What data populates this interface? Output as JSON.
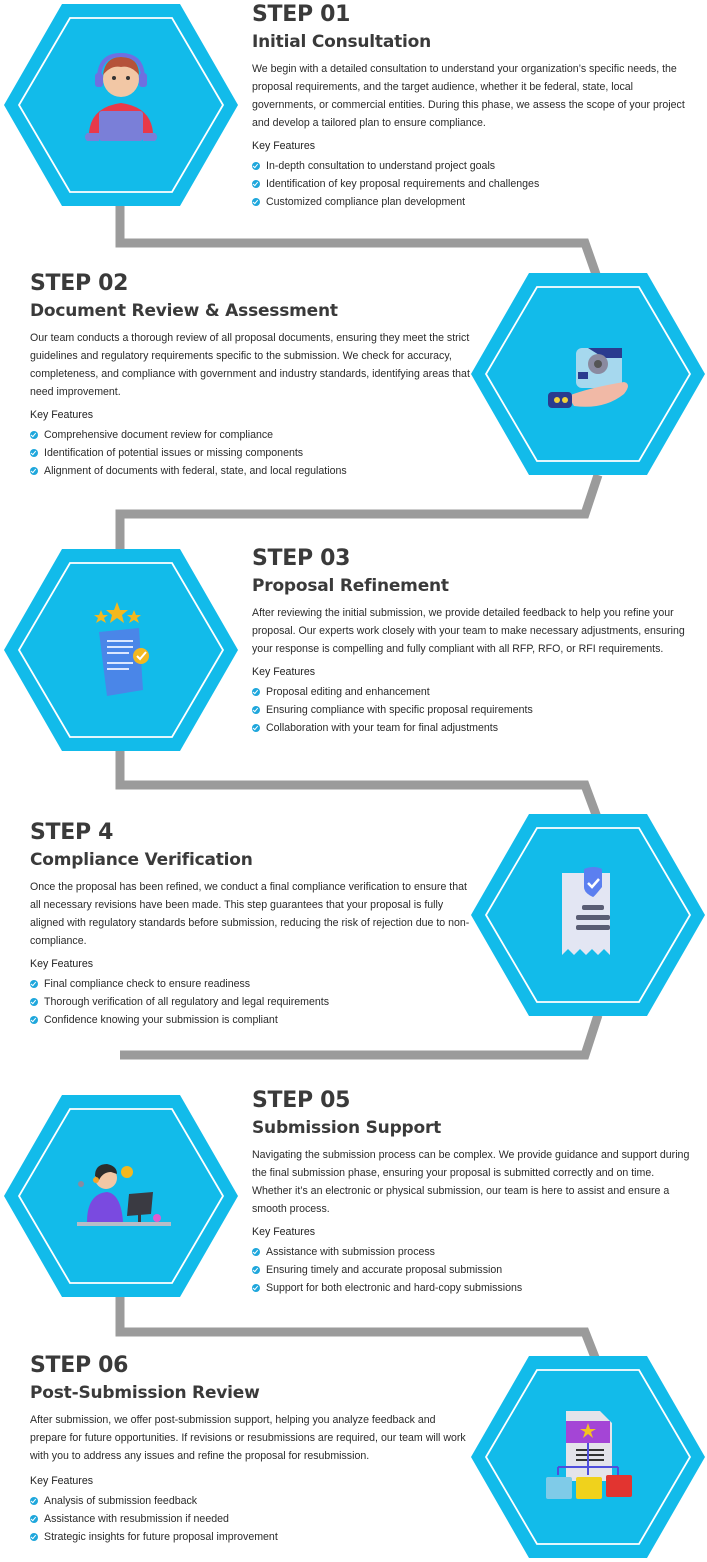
{
  "theme": {
    "hex_fill": "#12bbea",
    "hex_inner_stroke": "#ffffff",
    "connector": "#9b9b9b",
    "check": "#1fa7dc",
    "text": "#333333"
  },
  "steps": [
    {
      "number": "STEP 01",
      "title": "Initial Consultation",
      "icon": "support-agent-laptop-icon",
      "description": "We begin with a detailed consultation to understand your organization’s specific needs, the proposal requirements, and the target audience, whether it be federal, state, local governments, or commercial entities. During this phase, we assess the scope of your project and develop a tailored plan to ensure compliance.",
      "features_label": "Key Features",
      "features": [
        "In-depth consultation to understand project goals",
        "Identification of key proposal requirements and challenges",
        "Customized compliance plan development"
      ]
    },
    {
      "number": "STEP 02",
      "title": "Document Review & Assessment",
      "icon": "hand-holding-gear-box-icon",
      "description": "Our team conducts a thorough review of all proposal documents, ensuring they meet the strict guidelines and regulatory requirements specific to the submission. We check for accuracy, completeness, and compliance with government and industry standards, identifying areas that need improvement.",
      "features_label": "Key Features",
      "features": [
        "Comprehensive document review for compliance",
        "Identification of potential issues or missing components",
        "Alignment of documents with federal, state, and local regulations"
      ]
    },
    {
      "number": "STEP 03",
      "title": "Proposal Refinement",
      "icon": "scroll-with-stars-check-icon",
      "description": "After reviewing the initial submission, we provide detailed feedback to help you refine your proposal. Our experts work closely with your team to make necessary adjustments, ensuring your response is compelling and fully compliant with all RFP, RFO, or RFI requirements.",
      "features_label": "Key Features",
      "features": [
        "Proposal editing and enhancement",
        "Ensuring compliance with specific proposal requirements",
        "Collaboration with your team for final adjustments"
      ]
    },
    {
      "number": "STEP 4",
      "title": "Compliance Verification",
      "icon": "receipt-shield-check-icon",
      "description": "Once the proposal has been refined, we conduct a final compliance verification to ensure that all necessary revisions have been made. This step guarantees that your proposal is fully aligned with regulatory standards before submission, reducing the risk of rejection due to non-compliance.",
      "features_label": "Key Features",
      "features": [
        "Final compliance check to ensure readiness",
        "Thorough verification of all regulatory and legal requirements",
        "Confidence knowing your submission is compliant"
      ]
    },
    {
      "number": "STEP 05",
      "title": "Submission Support",
      "icon": "agent-at-computer-icon",
      "description": "Navigating the submission process can be complex. We provide guidance and support during the final submission phase, ensuring your proposal is submitted correctly and on time. Whether it’s an electronic or physical submission, our team is here to assist and ensure a smooth process.",
      "features_label": "Key Features",
      "features": [
        "Assistance with submission process",
        "Ensuring timely and accurate proposal submission",
        "Support for both electronic and hard-copy submissions"
      ]
    },
    {
      "number": "STEP 06",
      "title": "Post-Submission Review",
      "icon": "document-review-flowchart-icon",
      "description": "After submission, we offer post-submission support, helping you analyze feedback and prepare for future opportunities. If revisions or resubmissions are required, our team will work with you to address any issues and refine the proposal for resubmission.",
      "features_label": "Key Features",
      "features": [
        "Analysis of submission feedback",
        "Assistance with resubmission if needed",
        "Strategic insights for future proposal improvement"
      ]
    }
  ]
}
